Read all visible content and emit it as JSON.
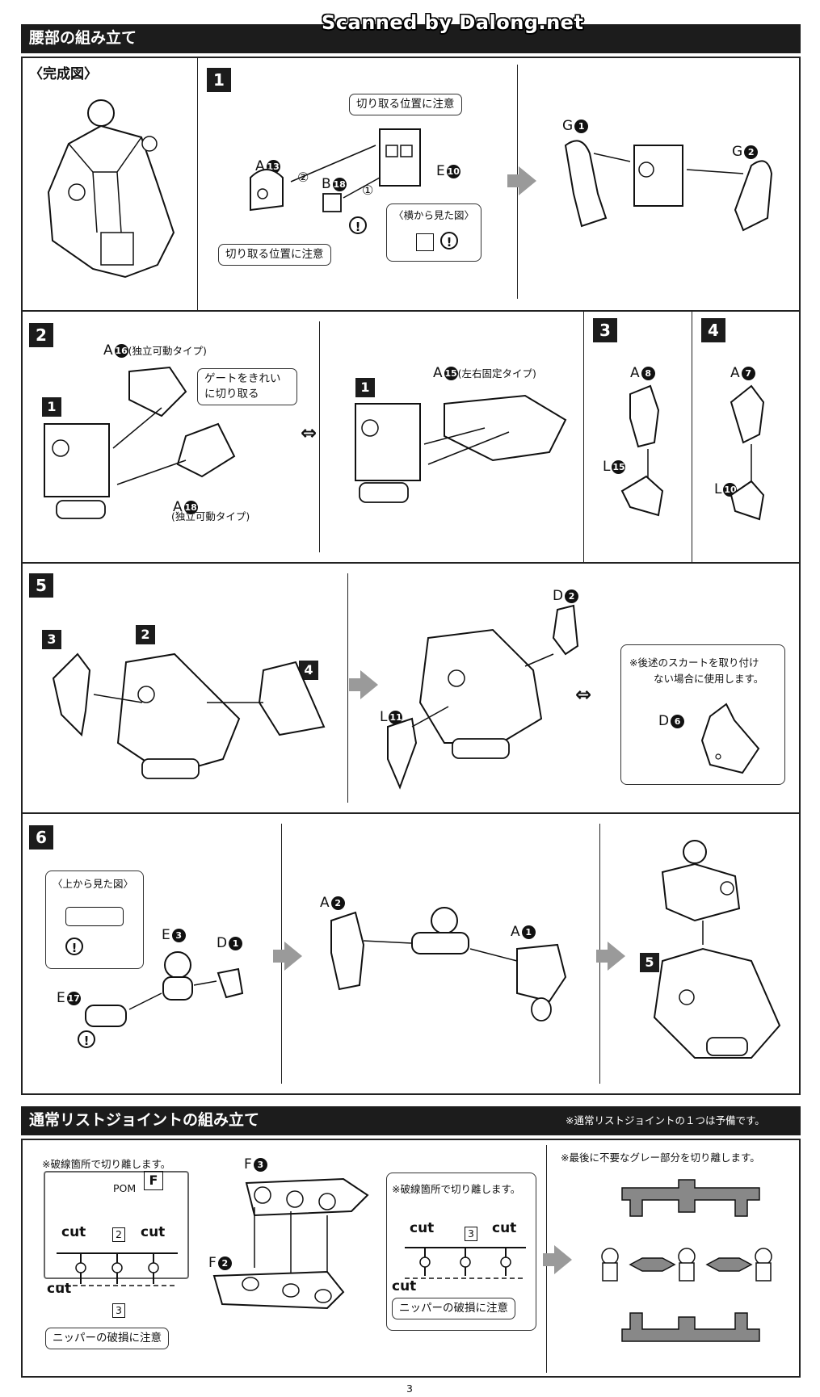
{
  "watermark": "Scanned by Dalong.net",
  "section1": {
    "title": "腰部の組み立て",
    "complete_label": "〈完成図〉"
  },
  "step1": {
    "num": "1",
    "cut_note_top": "切り取る位置に注意",
    "cut_note_bottom": "切り取る位置に注意",
    "side_view": "〈横から見た図〉",
    "part_a": "A",
    "part_a_num": "13",
    "part_b": "B",
    "part_b_num": "18",
    "part_e": "E",
    "part_e_num": "10",
    "order_1": "①",
    "order_2": "②",
    "part_g1": "G",
    "part_g1_num": "1",
    "part_g2": "G",
    "part_g2_num": "2"
  },
  "step2": {
    "num": "2",
    "ref": "1",
    "ref2": "1",
    "a16": "A",
    "a16_num": "16",
    "a16_note": "(独立可動タイプ)",
    "gate_note_1": "ゲートをきれい",
    "gate_note_2": "に切り取る",
    "a18": "A",
    "a18_num": "18",
    "a18_note": "(独立可動タイプ)",
    "a15": "A",
    "a15_num": "15",
    "a15_note": "(左右固定タイプ)"
  },
  "step3": {
    "num": "3",
    "a": "A",
    "a_num": "8",
    "l": "L",
    "l_num": "15"
  },
  "step4": {
    "num": "4",
    "a": "A",
    "a_num": "7",
    "l": "L",
    "l_num": "10"
  },
  "step5": {
    "num": "5",
    "ref3": "3",
    "ref2": "2",
    "ref4": "4",
    "d2": "D",
    "d2_num": "2",
    "l11": "L",
    "l11_num": "11",
    "note_1": "※後述のスカートを取り付け",
    "note_2": "ない場合に使用します。",
    "d6": "D",
    "d6_num": "6"
  },
  "step6": {
    "num": "6",
    "top_view": "〈上から見た図〉",
    "e3": "E",
    "e3_num": "3",
    "d1": "D",
    "d1_num": "1",
    "e17": "E",
    "e17_num": "17",
    "a2": "A",
    "a2_num": "2",
    "a1": "A",
    "a1_num": "1",
    "ref5": "5"
  },
  "section2": {
    "title": "通常リストジョイントの組み立て",
    "note": "※通常リストジョイントの１つは予備です。",
    "left_note": "※破線箇所で切り離します。",
    "mid_note": "※破線箇所で切り離します。",
    "right_note": "※最後に不要なグレー部分を切り離します。",
    "pom": "POM",
    "runner": "F",
    "cut": "cut",
    "gate2": "2",
    "gate3": "3",
    "nipper_note": "ニッパーの破損に注意",
    "f3": "F",
    "f3_num": "3",
    "f2": "F",
    "f2_num": "2"
  },
  "page_number": "3"
}
